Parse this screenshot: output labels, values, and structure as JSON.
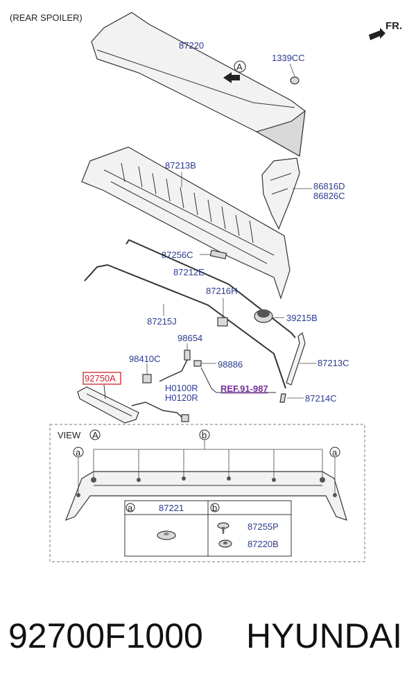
{
  "section_title": "(REAR SPOILER)",
  "direction": "FR.",
  "callouts": {
    "c87220": "87220",
    "c1339CC": "1339CC",
    "viewA": "A",
    "c87213B": "87213B",
    "c86816D": "86816D",
    "c86826C": "86826C",
    "c87256C": "87256C",
    "c87212E": "87212E",
    "c87216H": "87216H",
    "c39215B": "39215B",
    "c87215J": "87215J",
    "c98654": "98654",
    "c98410C": "98410C",
    "c98886": "98886",
    "c92750A": "92750A",
    "cH0100R": "H0100R",
    "cH0120R": "H0120R",
    "cREF": "REF.91-987",
    "c87213C": "87213C",
    "c87214C": "87214C"
  },
  "view": {
    "label": "VIEW",
    "letter": "A",
    "marker_a": "a",
    "marker_b": "b"
  },
  "legend": {
    "col_a_letter": "a",
    "col_a_part": "87221",
    "col_b_letter": "b",
    "col_b_part1": "87255P",
    "col_b_part2": "87220B"
  },
  "footer": {
    "part_number": "92700F1000",
    "brand": "HYUNDAI"
  },
  "colors": {
    "label_blue": "#2b3a8f",
    "highlight_red": "#d0202a",
    "ref_purple": "#7a2ea0"
  }
}
